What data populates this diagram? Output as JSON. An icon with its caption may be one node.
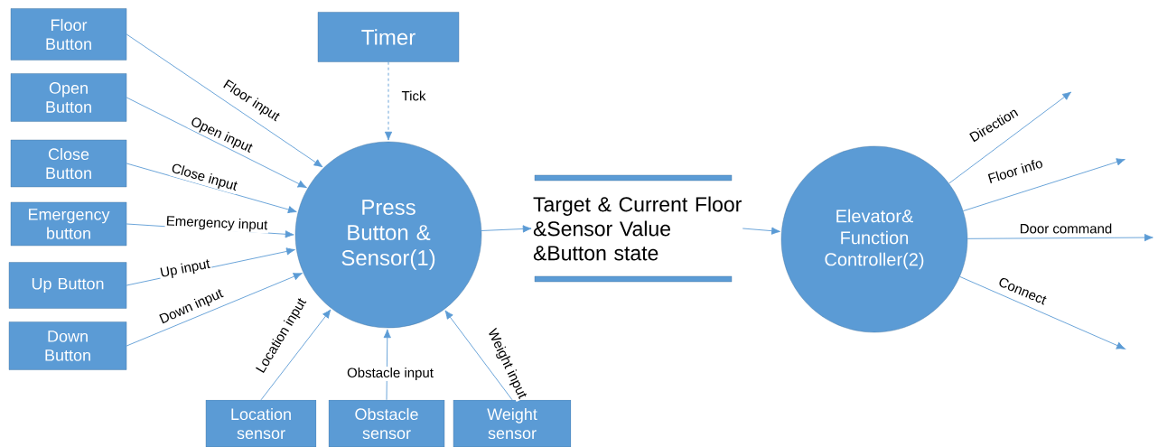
{
  "diagram": {
    "nodes": [
      {
        "text": [
          "Floor Button"
        ]
      },
      {
        "text": [
          "Open Button"
        ]
      },
      {
        "text": [
          "Close Button"
        ]
      },
      {
        "text": [
          "Emergency button"
        ]
      },
      {
        "text": [
          "Up Button"
        ]
      },
      {
        "text": [
          "Down Button"
        ]
      },
      {
        "text": [
          "Timer"
        ]
      },
      {
        "text": [
          "Press Button & Sensor(1)"
        ]
      },
      {
        "text": [
          "Location sensor"
        ]
      },
      {
        "text": [
          "Obstacle sensor"
        ]
      },
      {
        "text": [
          "Weight sensor"
        ]
      },
      {
        "text": [
          "Target & Current Floor &Sensor Value &Button state"
        ]
      },
      {
        "text": [
          "Elevator& Function Controller(2)"
        ]
      }
    ],
    "edges": [
      {
        "from": 0,
        "to": 7,
        "arrow": "to",
        "label": "Floor input"
      },
      {
        "from": 1,
        "to": 7,
        "arrow": "to",
        "label": "Open input"
      },
      {
        "from": 2,
        "to": 7,
        "arrow": "to",
        "label": "Close input"
      },
      {
        "from": 3,
        "to": 7,
        "arrow": "to",
        "label": "Emergency input"
      },
      {
        "from": 4,
        "to": 7,
        "arrow": "to",
        "label": "Up input"
      },
      {
        "from": 5,
        "to": 7,
        "arrow": "to",
        "label": "Down input"
      },
      {
        "from": 6,
        "to": 7,
        "arrow": "to",
        "label": "Tick",
        "style": "dashed"
      },
      {
        "from": 8,
        "to": 7,
        "arrow": "to",
        "label": "Location input"
      },
      {
        "from": 9,
        "to": 7,
        "arrow": "to",
        "label": "Obstacle input"
      },
      {
        "from": 10,
        "to": 7,
        "arrow": "to",
        "label": "Weight input"
      },
      {
        "from": 7,
        "to": 11,
        "arrow": "to"
      },
      {
        "from": 11,
        "to": 12,
        "arrow": "to"
      },
      {
        "from": 12,
        "to": null,
        "arrow": "to",
        "label": "Direction"
      },
      {
        "from": 12,
        "to": null,
        "arrow": "to",
        "label": "Floor info"
      },
      {
        "from": 12,
        "to": null,
        "arrow": "to",
        "label": "Door command"
      },
      {
        "from": 12,
        "to": null,
        "arrow": "to",
        "label": "Connect"
      }
    ]
  }
}
